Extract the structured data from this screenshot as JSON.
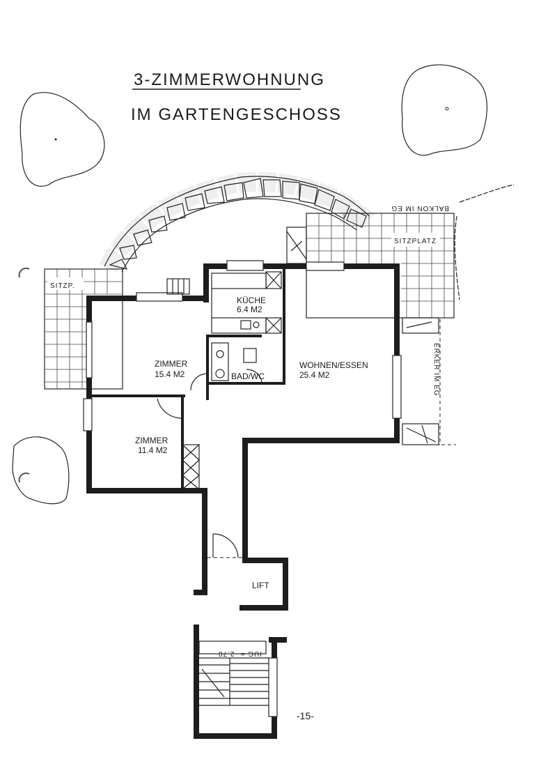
{
  "title": {
    "line1": "3-ZIMMERWOHNUNG",
    "line2": "IM GARTENGESCHOSS"
  },
  "rooms": {
    "kueche": {
      "name": "KÜCHE",
      "area": "6.4 M2"
    },
    "zimmer1": {
      "name": "ZIMMER",
      "area": "15.4 M2"
    },
    "wohnen": {
      "name": "WOHNEN/ESSEN",
      "area": "25.4 M2"
    },
    "bad": {
      "name": "BAD/WC"
    },
    "zimmer2": {
      "name": "ZIMMER",
      "area": "11.4 M2"
    },
    "lift": {
      "name": "LIFT"
    }
  },
  "areas": {
    "sitzp": "SITZP.",
    "sitzplatz": "SITZPLATZ",
    "balkon": "BALKON IM EG",
    "erker": "ERKER IM EG"
  },
  "stair_level": "IUG = -2.70",
  "page_number": "-15-"
}
